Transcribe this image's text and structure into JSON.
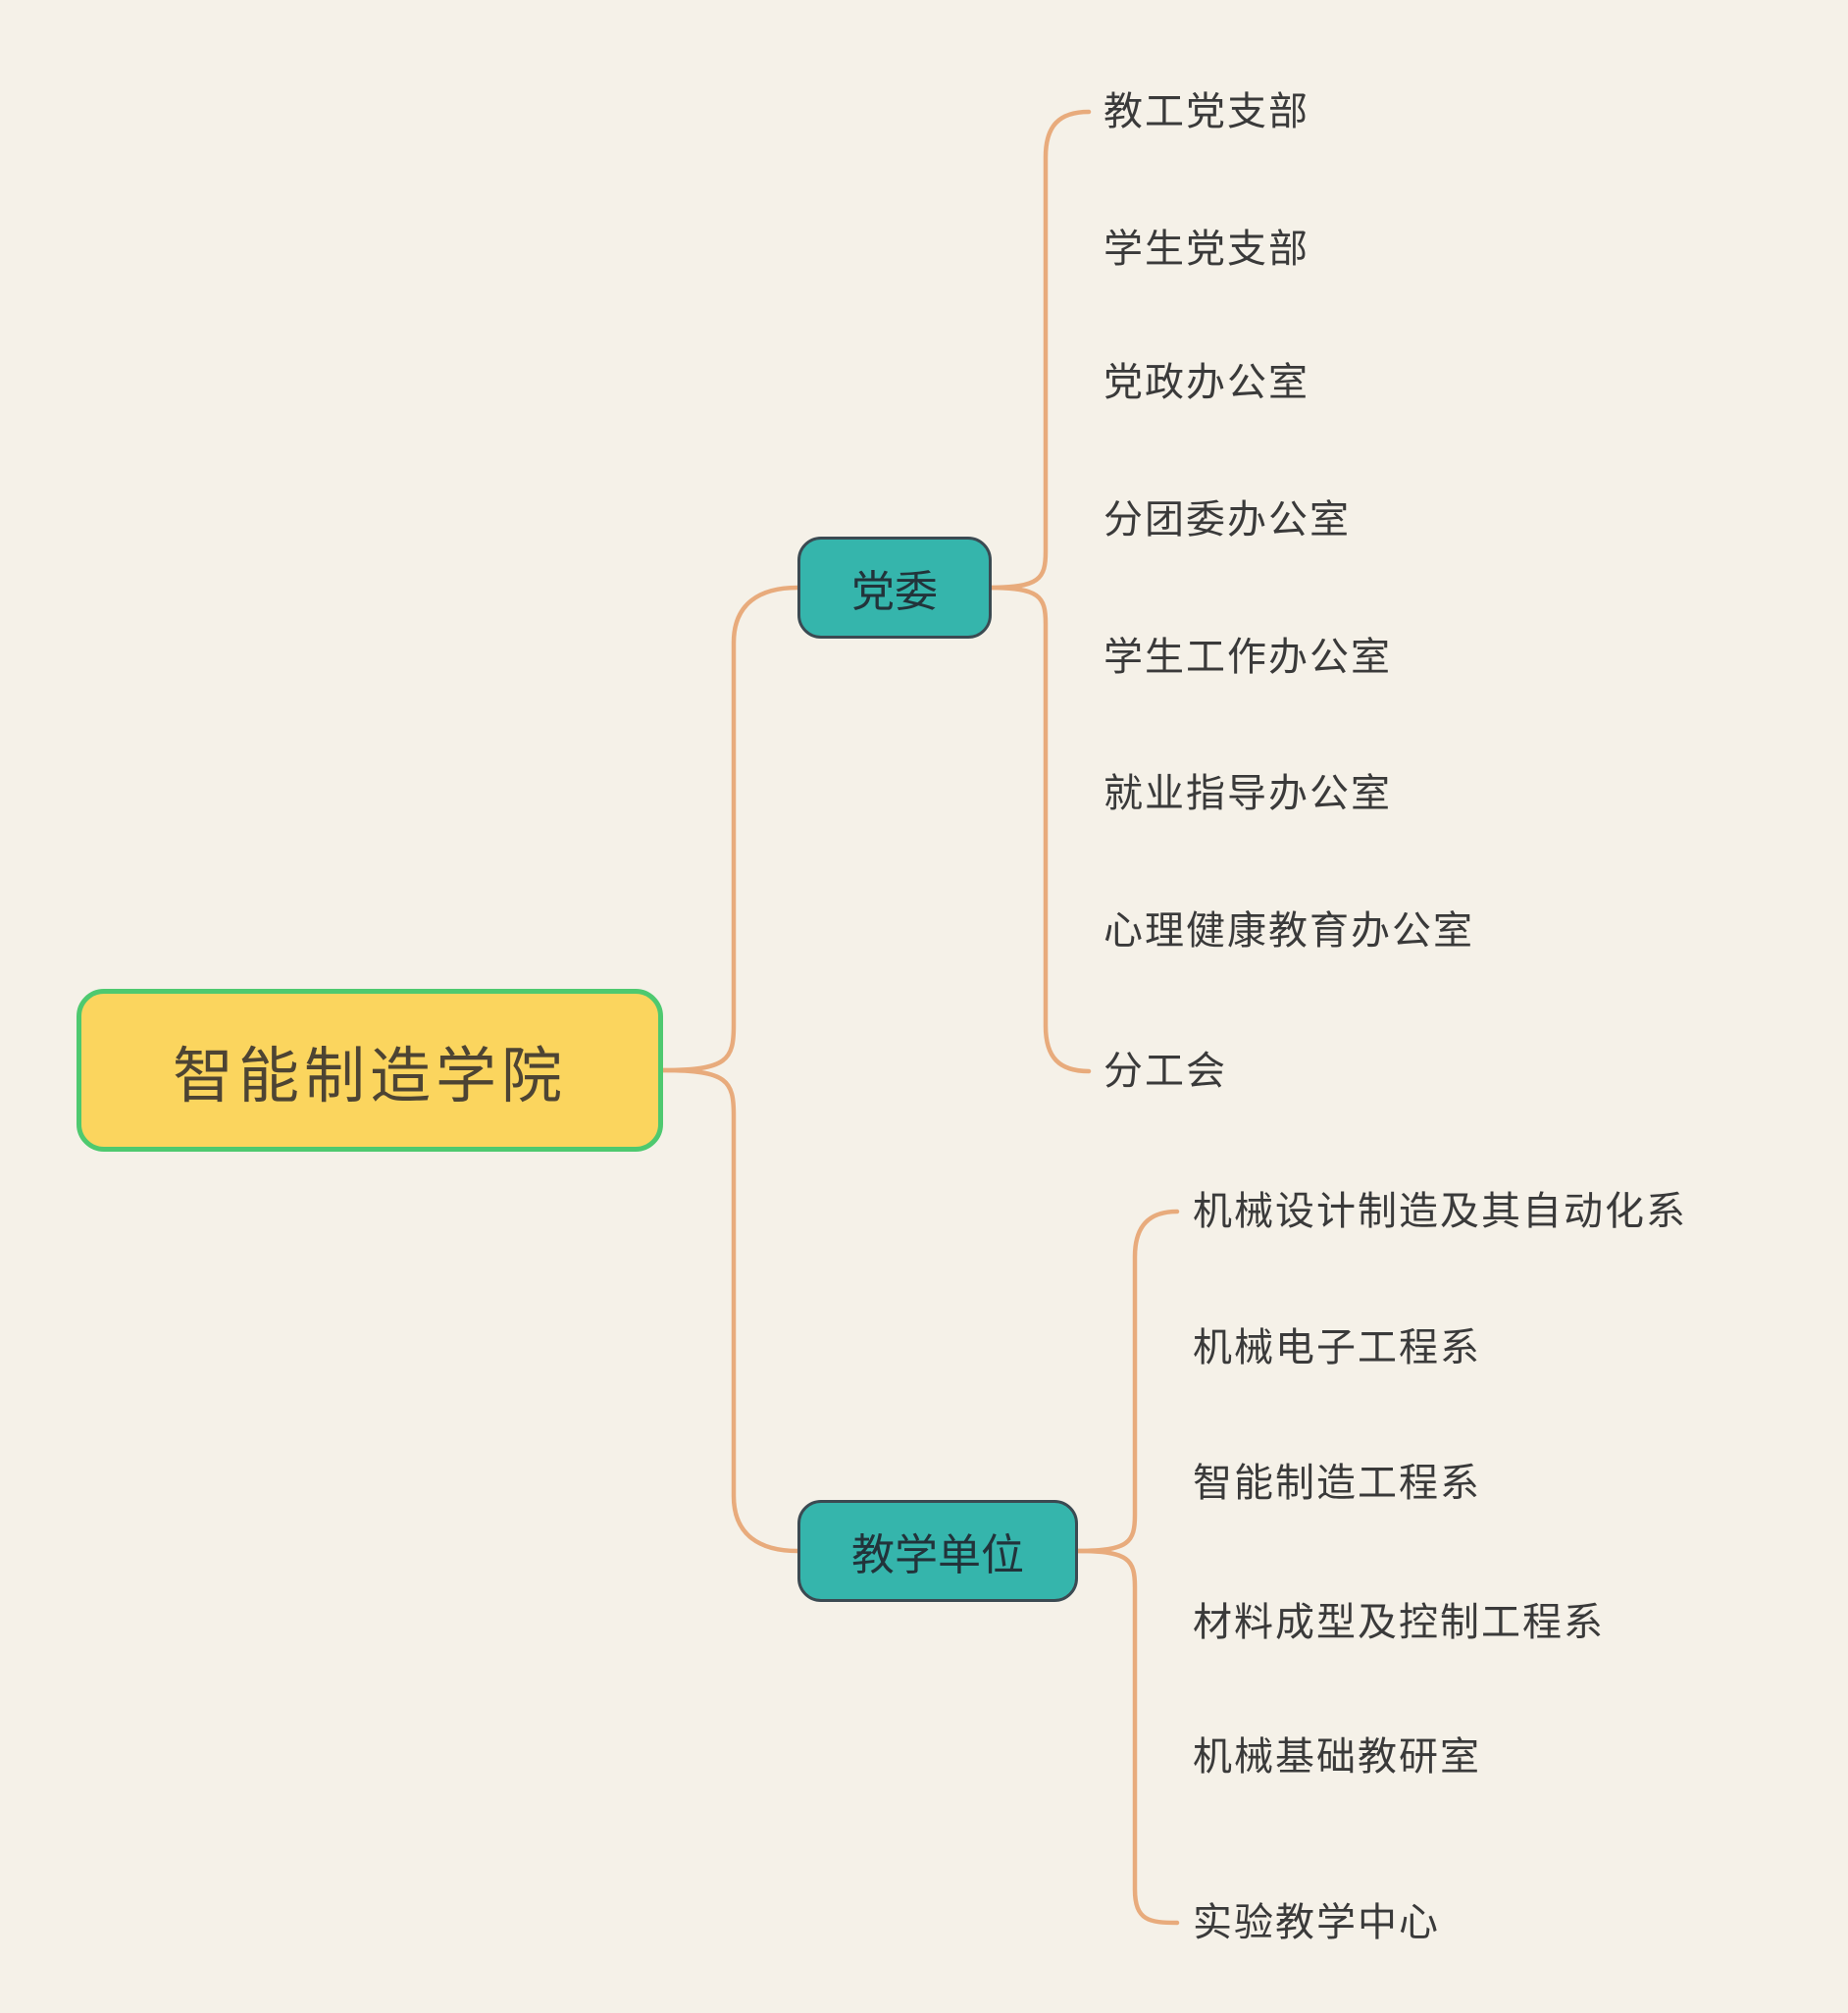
{
  "colors": {
    "background": "#f5f1e8",
    "connector": "#e8ab7c",
    "root_fill": "#fbd55e",
    "root_border": "#4ec96f",
    "root_text": "#4d4433",
    "node_fill": "#35b5ac",
    "node_border": "#3b4a52",
    "node_text": "#22333a",
    "leaf_text": "#3a3a3a"
  },
  "root": {
    "label": "智能制造学院"
  },
  "branches": [
    {
      "label": "党委",
      "children": [
        "教工党支部",
        "学生党支部",
        "党政办公室",
        "分团委办公室",
        "学生工作办公室",
        "就业指导办公室",
        "心理健康教育办公室",
        "分工会"
      ]
    },
    {
      "label": "教学单位",
      "children": [
        "机械设计制造及其自动化系",
        "机械电子工程系",
        "智能制造工程系",
        "材料成型及控制工程系",
        "机械基础教研室",
        "实验教学中心"
      ]
    }
  ]
}
